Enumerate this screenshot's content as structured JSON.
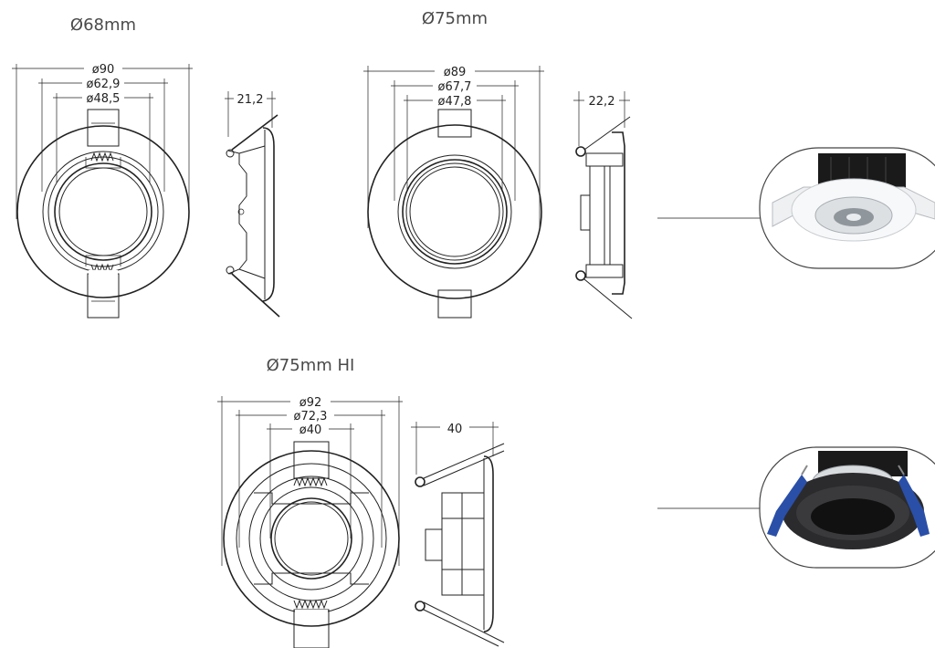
{
  "products": [
    {
      "title": "Ø68mm",
      "front_dims": [
        "ø90",
        "ø62,9",
        "ø48,5"
      ],
      "side_dim": "21,2"
    },
    {
      "title": "Ø75mm",
      "front_dims": [
        "ø89",
        "ø67,7",
        "ø47,8"
      ],
      "side_dim": "22,2"
    },
    {
      "title": "Ø75mm HI",
      "front_dims": [
        "ø92",
        "ø72,3",
        "ø40"
      ],
      "side_dim": "40"
    }
  ],
  "photos": [
    {
      "finish": "white"
    },
    {
      "finish": "black"
    }
  ]
}
